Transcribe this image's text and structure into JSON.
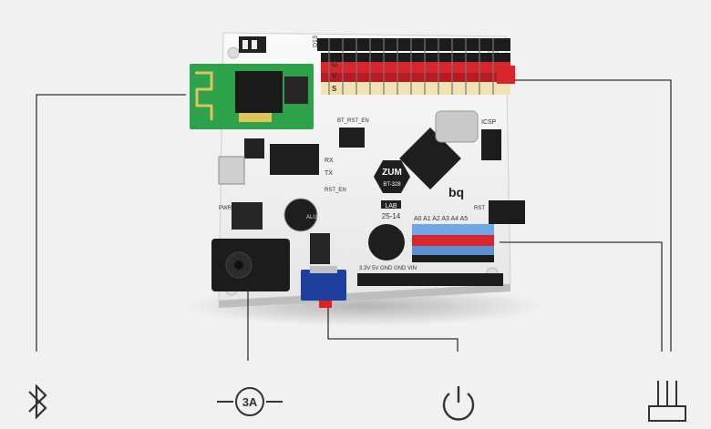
{
  "board": {
    "name_line1": "ZUM",
    "name_line2": "BT-328",
    "brand": "bq",
    "lab": "LAB",
    "lab_number": "25-14",
    "label_d13": "D13",
    "label_icsp": "ICSP",
    "label_rst": "RST",
    "label_tx": "TX",
    "label_rx": "RX",
    "label_rst_en": "RST_EN",
    "label_bt_rst_en": "BT_RST_EN",
    "label_pwr": "PWR",
    "label_analog": "A0 A1 A2 A3 A4 A5",
    "label_power_header": "3.3V 5V GND GND VIN",
    "label_alu": "ALU",
    "label_row_g": "G",
    "label_row_v": "V",
    "label_row_s": "S"
  },
  "features": [
    {
      "icon": "bluetooth-icon",
      "label": ""
    },
    {
      "icon": "current-3a-icon",
      "label": "3A"
    },
    {
      "icon": "power-icon",
      "label": ""
    },
    {
      "icon": "header-pins-icon",
      "label": ""
    }
  ],
  "colors": {
    "background": "#f1f1f1",
    "board": "#f5f5f5",
    "line": "#333333",
    "pin_red": "#d8262f",
    "pin_cream": "#f0e2b5",
    "pin_blue": "#6fa7e8",
    "bluetooth_green": "#2da24a",
    "switch_blue": "#1e3f9c"
  }
}
